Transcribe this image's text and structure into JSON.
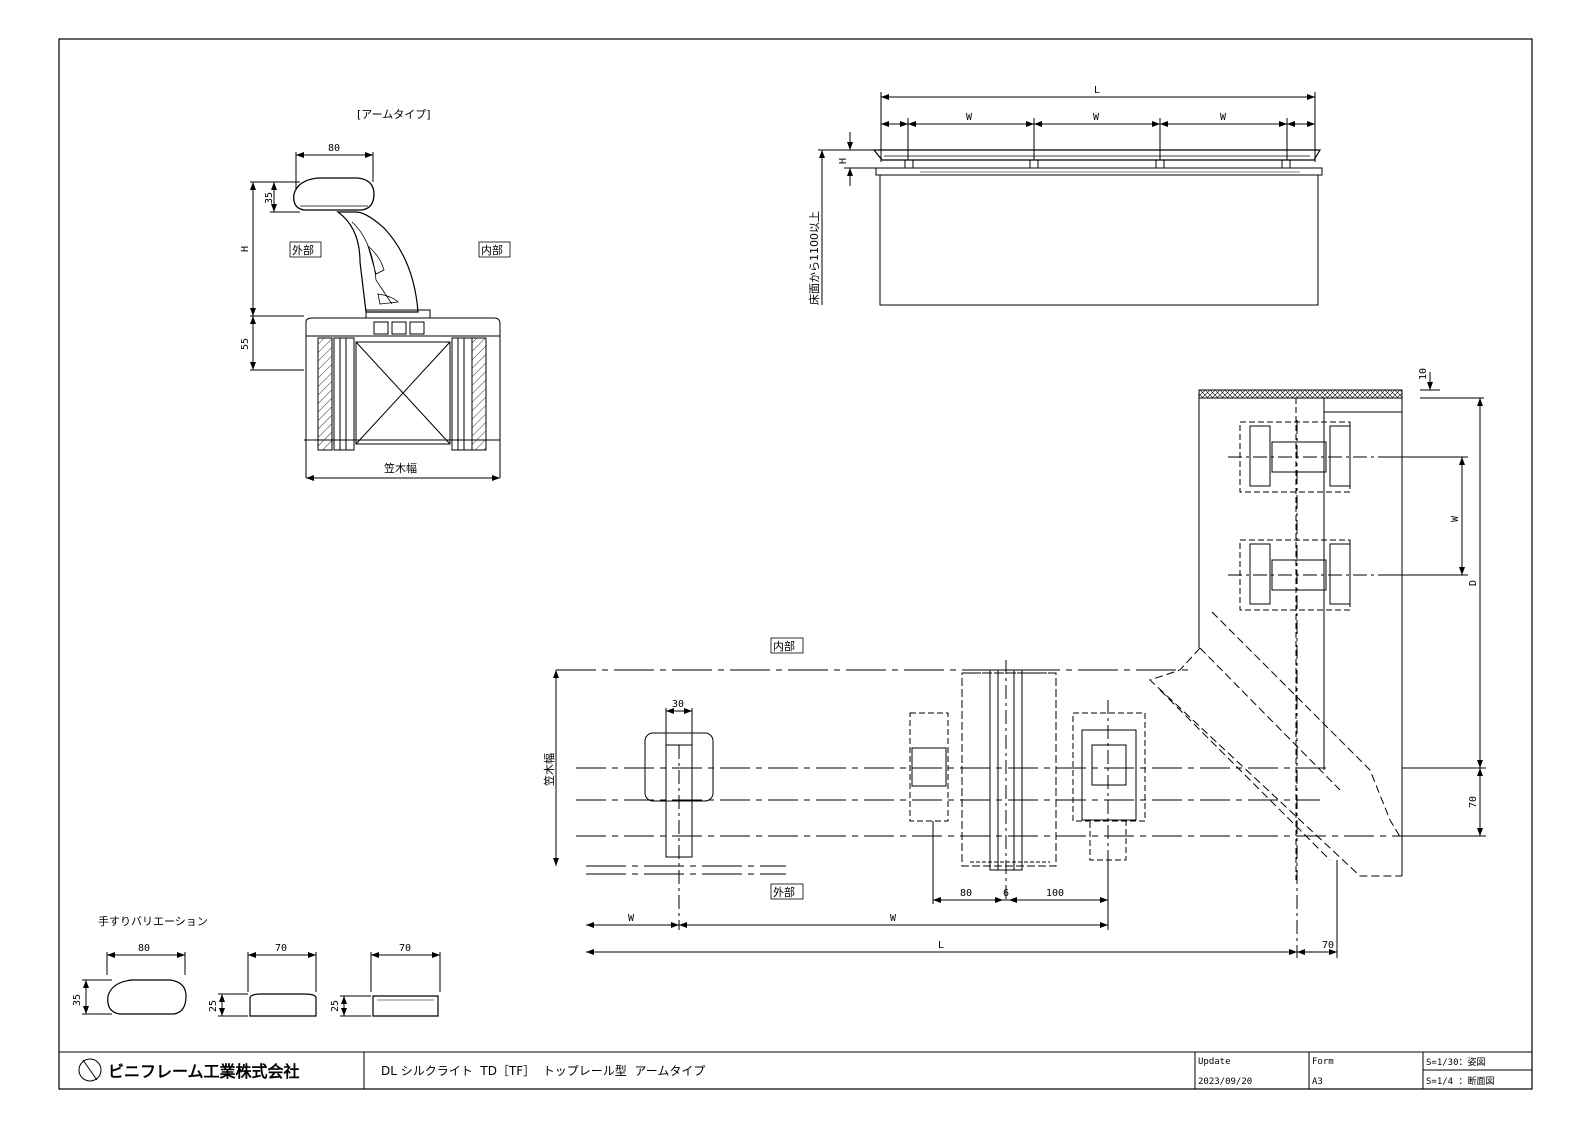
{
  "section": {
    "title": "[アームタイプ]",
    "dim_width": "80",
    "dim_rail_height": "35",
    "dim_arm_height": "H",
    "dim_base_height": "55",
    "label_outside": "外部",
    "label_inside": "内部",
    "dim_coping_width": "笠木幅"
  },
  "elevation": {
    "dim_total_length": "L",
    "dim_pitch_1": "W",
    "dim_pitch_2": "W",
    "dim_pitch_3": "W",
    "dim_height": "H",
    "dim_floor": "床面から1100以上"
  },
  "plan": {
    "label_inside": "内部",
    "label_outside": "外部",
    "dim_coping_width": "笠木幅",
    "dim_30": "30",
    "dim_80": "80",
    "dim_6": "6",
    "dim_100": "100",
    "dim_end_w": "W",
    "dim_span_w": "W",
    "dim_length_l": "L",
    "dim_70_bottom": "70",
    "dim_10": "10",
    "dim_w_vertical": "W",
    "dim_d_vertical": "D",
    "dim_70_right": "70"
  },
  "variations": {
    "title": "手すりバリエーション",
    "v1_width": "80",
    "v1_height": "35",
    "v2_width": "70",
    "v2_height": "25",
    "v3_width": "70",
    "v3_height": "25"
  },
  "title_block": {
    "company": "ビニフレーム工業株式会社",
    "product": "DL シルクライト  TD［TF］  トップレール型  アームタイプ",
    "update_label": "Update",
    "update_value": "2023/09/20",
    "form_label": "Form",
    "form_value": "A3",
    "scale_1": "S=1/30：姿図",
    "scale_2": "S=1/4 ：断面図"
  }
}
